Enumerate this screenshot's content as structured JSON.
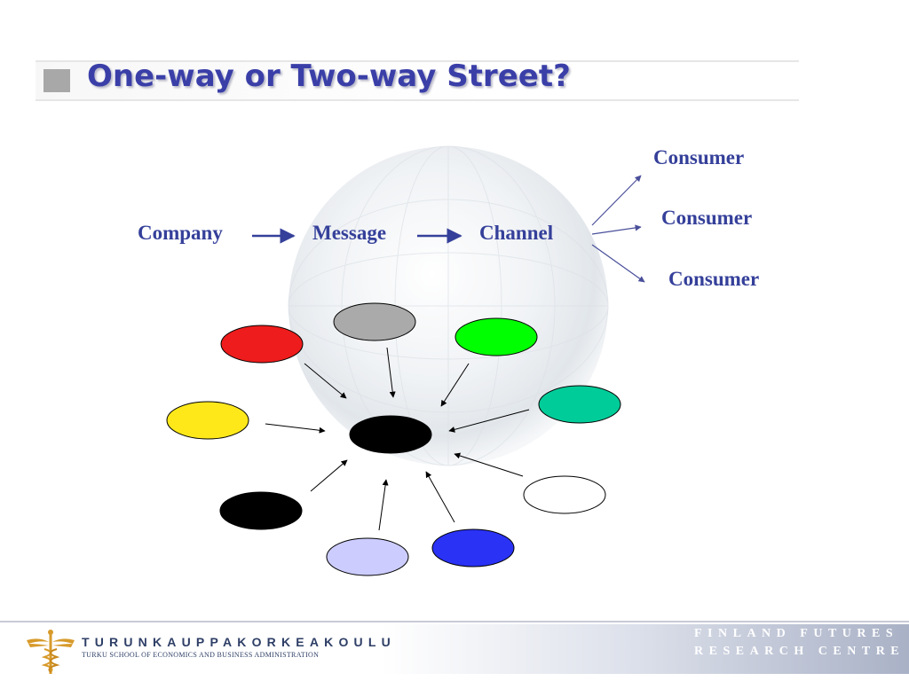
{
  "slide": {
    "title": "One-way or Two-way Street?"
  },
  "flow": {
    "company": "Company",
    "message": "Message",
    "channel": "Channel",
    "consumers": [
      "Consumer",
      "Consumer",
      "Consumer"
    ]
  },
  "network": {
    "center_color": "#000000",
    "nodes": [
      {
        "color": "#ee1c1c"
      },
      {
        "color": "#aaaaaa"
      },
      {
        "color": "#00ff00"
      },
      {
        "color": "#00cc99"
      },
      {
        "color": "#ffe81a"
      },
      {
        "color": "#ffffff"
      },
      {
        "color": "#000000"
      },
      {
        "color": "#ccccff"
      },
      {
        "color": "#2a32f5"
      }
    ]
  },
  "footer": {
    "university": "TURUNKAUPPAKORKEAKOULU",
    "university_sub": "TURKU SCHOOL OF ECONOMICS AND BUSINESS ADMINISTRATION",
    "centre_line1": "FINLAND FUTURES",
    "centre_line2": "RESEARCH CENTRE"
  },
  "colors": {
    "title": "#3a3fa8",
    "label": "#35409a",
    "arrow": "#4a4f9a"
  }
}
